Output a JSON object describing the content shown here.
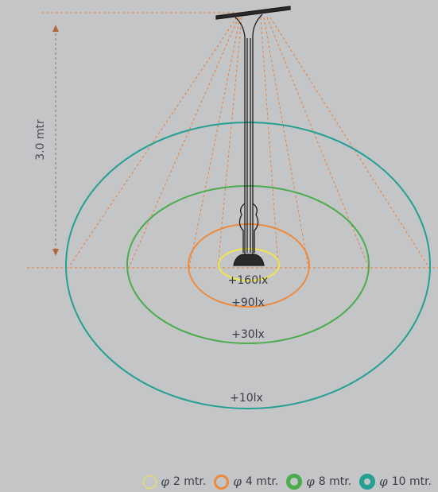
{
  "height_label": "3.0 mtr",
  "lux_labels": {
    "inner": "+160lx",
    "second": "+90lx",
    "third": "+30lx",
    "outer": "+10lx"
  },
  "colors": {
    "yellow": "#f1e74a",
    "orange": "#ee8a3c",
    "green": "#4aac4c",
    "teal": "#24a092",
    "guide": "#e87f3a",
    "pole": "#1d1d1d"
  },
  "legend": [
    {
      "symbol": "φ",
      "text": "2 mtr.",
      "color": "#f1e74a",
      "ring_style": "thin"
    },
    {
      "symbol": "φ",
      "text": "4 mtr.",
      "color": "#ee8a3c",
      "ring_style": "medium"
    },
    {
      "symbol": "φ",
      "text": "8 mtr.",
      "color": "#4aac4c",
      "ring_style": "thick"
    },
    {
      "symbol": "φ",
      "text": "10 mtr.",
      "color": "#24a092",
      "ring_style": "thick"
    }
  ]
}
